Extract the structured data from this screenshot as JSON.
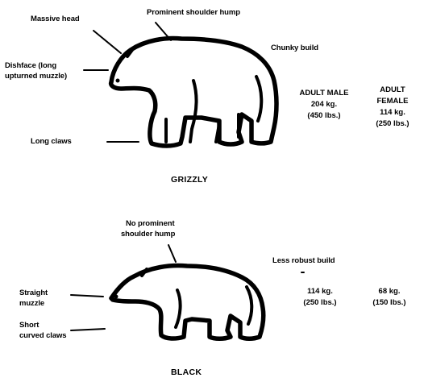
{
  "grizzly": {
    "labels": {
      "massive_head": "Massive head",
      "shoulder_hump": "Prominent shoulder hump",
      "chunky_build": "Chunky build",
      "dishface_1": "Dishface (long",
      "dishface_2": "upturned muzzle)",
      "long_claws": "Long claws"
    },
    "weights": {
      "male_title_1": "ADULT MALE",
      "male_kg": "204 kg.",
      "male_lbs": "(450 lbs.)",
      "female_title_1": "ADULT",
      "female_title_2": "FEMALE",
      "female_kg": "114 kg.",
      "female_lbs": "(250 lbs.)"
    },
    "caption": "GRIZZLY"
  },
  "black": {
    "labels": {
      "no_hump_1": "No prominent",
      "no_hump_2": "shoulder hump",
      "less_robust": "Less robust build",
      "straight_1": "Straight",
      "straight_2": "muzzle",
      "short_claws_1": "Short",
      "short_claws_2": "curved claws"
    },
    "weights": {
      "male_kg": "114 kg.",
      "male_lbs": "(250 lbs.)",
      "female_kg": "68 kg.",
      "female_lbs": "(150 lbs.)"
    },
    "caption": "BLACK"
  }
}
